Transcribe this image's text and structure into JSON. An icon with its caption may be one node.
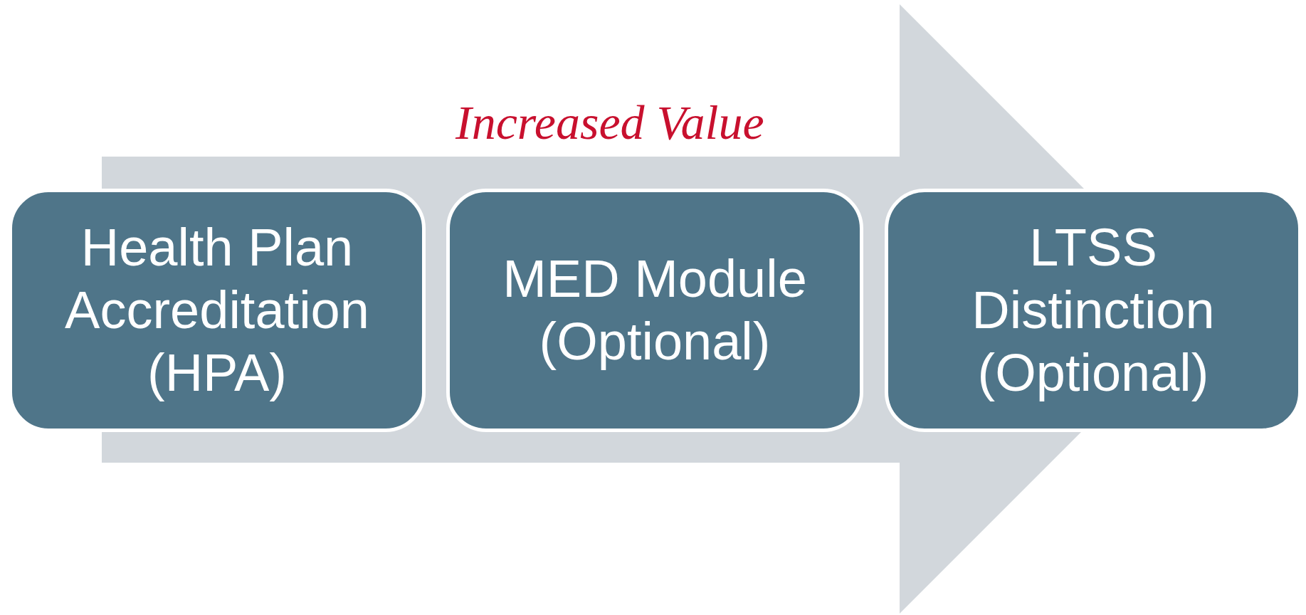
{
  "diagram": {
    "nodes": [
      {
        "text": [
          "Health Plan Accreditation (HPA)"
        ]
      },
      {
        "text": [
          "MED Module (Optional)"
        ]
      },
      {
        "text": [
          "LTSS Distinction (Optional)"
        ]
      }
    ],
    "edges": [
      {
        "from": 0,
        "to": 2,
        "arrow": "to",
        "style": "thick",
        "label": "Increased Value"
      }
    ]
  }
}
